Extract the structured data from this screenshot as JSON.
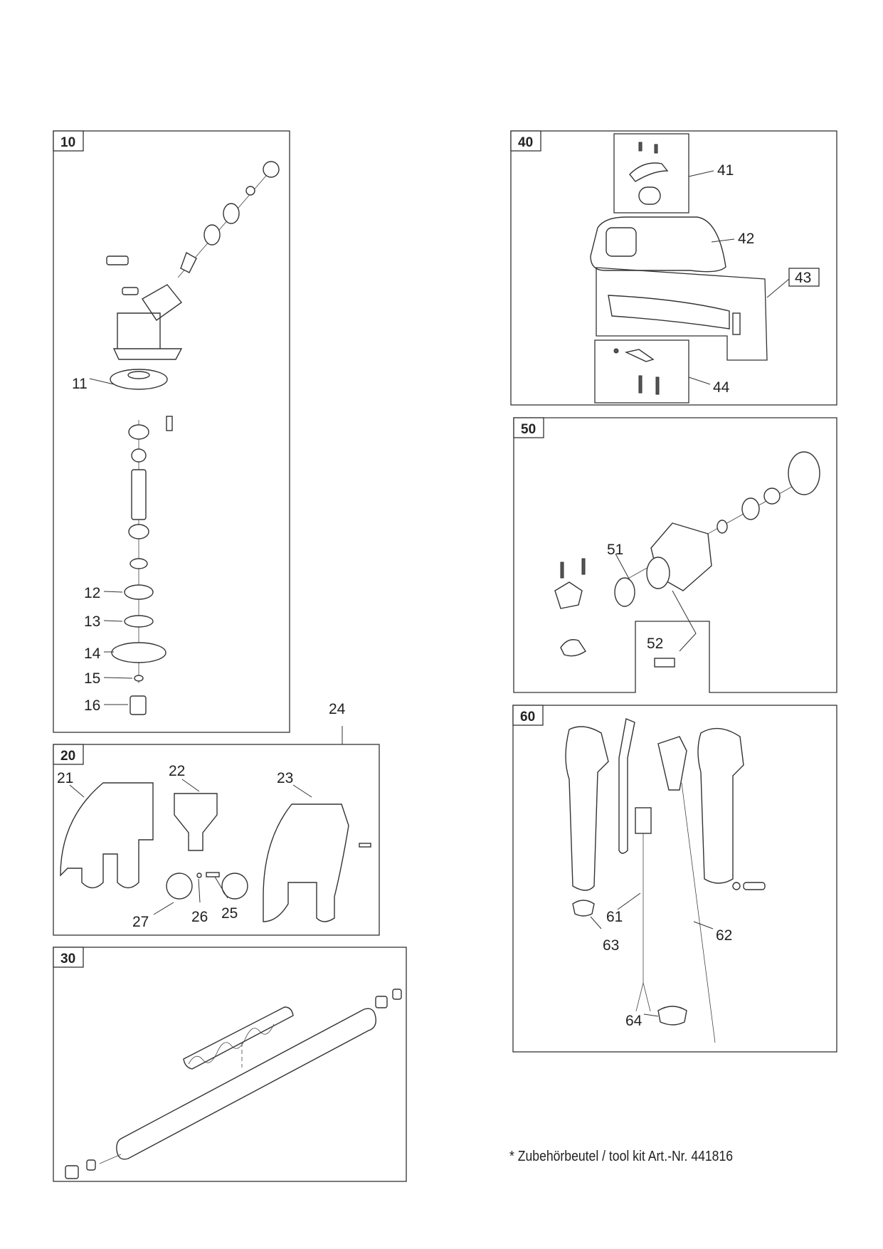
{
  "groups": [
    {
      "id": "10",
      "callouts": [
        "11",
        "12",
        "13",
        "14",
        "15",
        "16"
      ]
    },
    {
      "id": "20",
      "callouts": [
        "21",
        "22",
        "23",
        "24",
        "25",
        "26",
        "27"
      ]
    },
    {
      "id": "30",
      "callouts": []
    },
    {
      "id": "40",
      "callouts": [
        "41",
        "42",
        "43",
        "44"
      ]
    },
    {
      "id": "50",
      "callouts": [
        "51",
        "52"
      ]
    },
    {
      "id": "60",
      "callouts": [
        "61",
        "62",
        "63",
        "64"
      ]
    }
  ],
  "footer": {
    "text": "* Zubehörbeutel / tool kit   Art.-Nr. 441816"
  }
}
